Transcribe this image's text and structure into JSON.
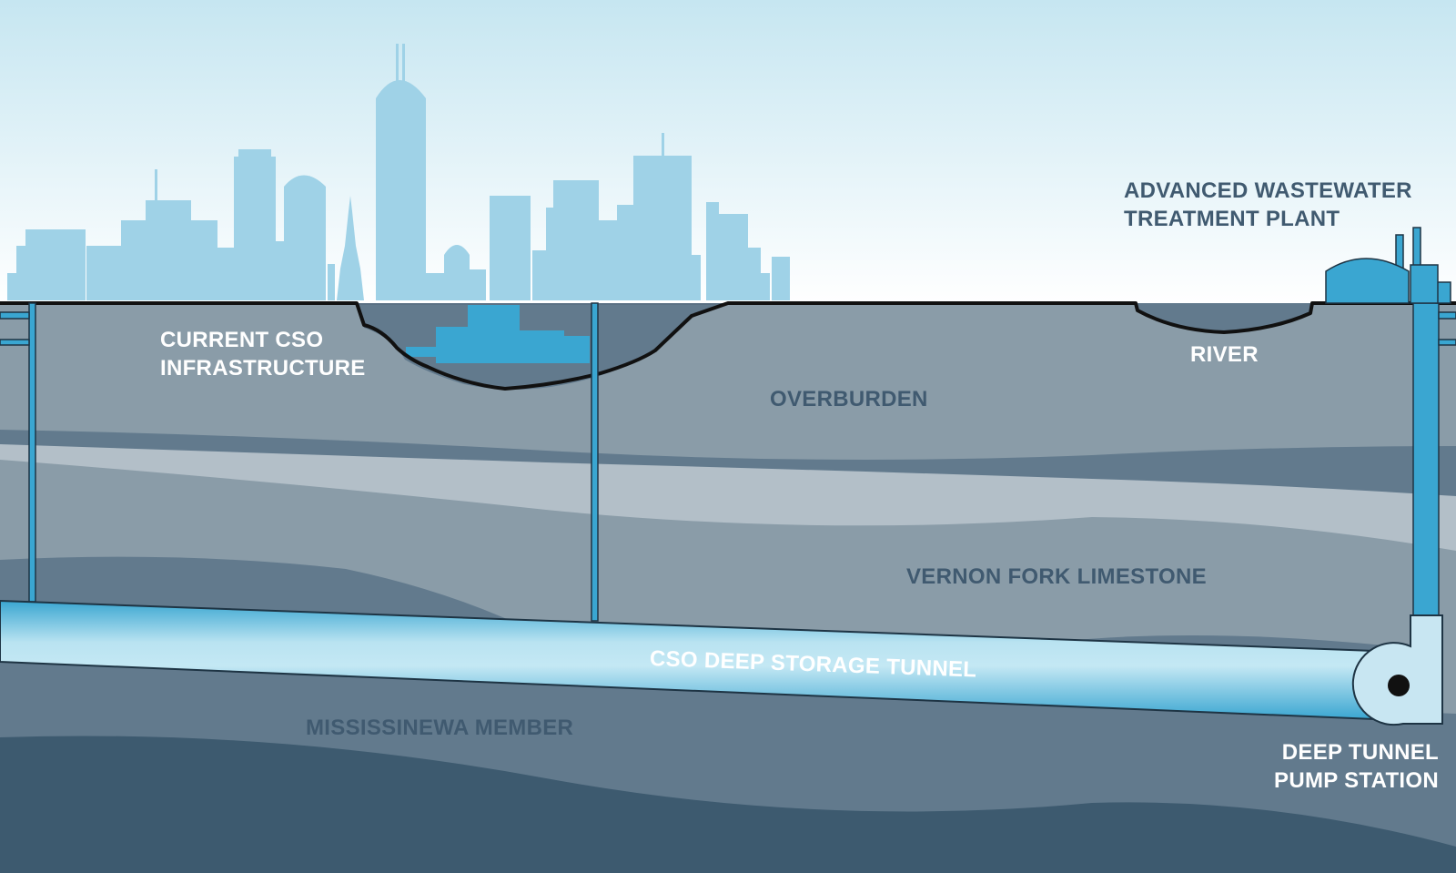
{
  "labels": {
    "plant_line1": "ADVANCED WASTEWATER",
    "plant_line2": "TREATMENT PLANT",
    "cso_line1": "CURRENT CSO",
    "cso_line2": "INFRASTRUCTURE",
    "river": "RIVER",
    "overburden": "OVERBURDEN",
    "vernon": "VERNON FORK LIMESTONE",
    "tunnel": "CSO DEEP STORAGE TUNNEL",
    "mississinewa": "MISSISSINEWA MEMBER",
    "pump_line1": "DEEP TUNNEL",
    "pump_line2": "PUMP STATION"
  },
  "colors": {
    "sky_top": "#c6e6f1",
    "sky_bottom": "#ffffff",
    "skyline": "#9fd2e7",
    "overburden": "#8a9ca8",
    "light_band": "#b3bfc8",
    "dark_band": "#627a8d",
    "deep_layer": "#3d5a6f",
    "water": "#3aa6d1",
    "tunnel_light": "#b9e3f1",
    "label_white": "#ffffff",
    "label_dark": "#405a70"
  }
}
